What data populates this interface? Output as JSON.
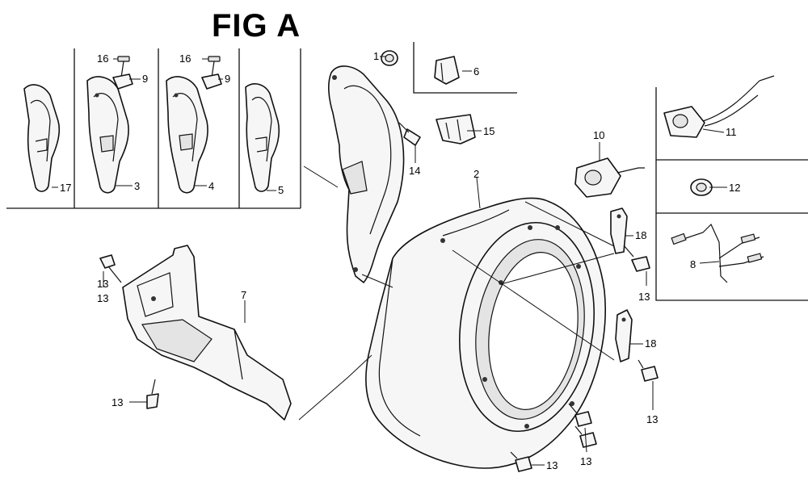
{
  "title": "FIG A",
  "callouts": {
    "c1": "1",
    "c2": "2",
    "c3": "3",
    "c4": "4",
    "c5": "5",
    "c6": "6",
    "c7": "7",
    "c8": "8",
    "c9a": "9",
    "c9b": "9",
    "c10": "10",
    "c11": "11",
    "c12": "12",
    "c13a": "13",
    "c13b": "13",
    "c13c": "13",
    "c13d": "13",
    "c13e": "13",
    "c13f": "13",
    "c13g": "13",
    "c14": "14",
    "c15": "15",
    "c16a": "16",
    "c16b": "16",
    "c17": "17",
    "c18a": "18",
    "c18b": "18"
  }
}
